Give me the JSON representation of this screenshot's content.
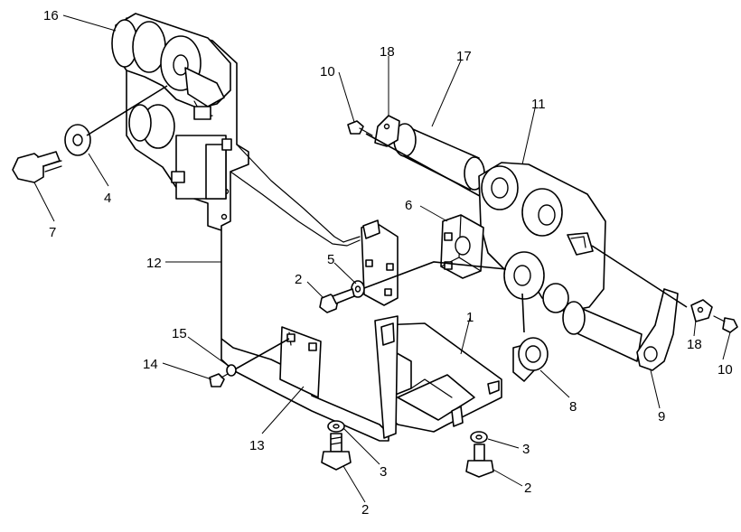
{
  "callouts": {
    "c1": "1",
    "c2_left": "2",
    "c2_bottom_left": "2",
    "c2_bottom_right": "2",
    "c3_left": "3",
    "c3_right": "3",
    "c4": "4",
    "c5": "5",
    "c6": "6",
    "c7": "7",
    "c8": "8",
    "c9": "9",
    "c10_left": "10",
    "c10_right": "10",
    "c11": "11",
    "c12": "12",
    "c13": "13",
    "c14": "14",
    "c15": "15",
    "c16": "16",
    "c17": "17",
    "c18_left": "18",
    "c18_right": "18"
  }
}
